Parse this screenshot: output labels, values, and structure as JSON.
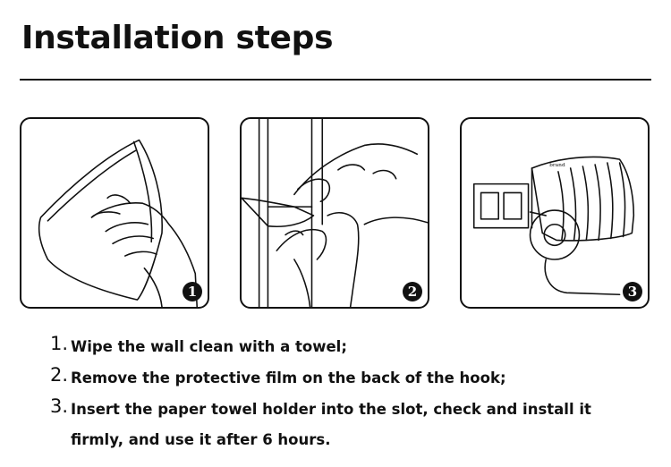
{
  "title": "Installation steps",
  "panels": [
    {
      "badge": "1",
      "illustration": "wipe-wall-with-towel"
    },
    {
      "badge": "2",
      "illustration": "peel-protective-film"
    },
    {
      "badge": "3",
      "illustration": "installed-paper-towel-holder"
    }
  ],
  "steps": [
    {
      "num": "1.",
      "lines": [
        "Wipe the wall clean with a towel;"
      ]
    },
    {
      "num": "2.",
      "lines": [
        "Remove the protective film on the back of the hook;"
      ]
    },
    {
      "num": "3.",
      "lines": [
        "Insert the paper towel holder into the slot, check and install it",
        "firmly, and use it after 6 hours."
      ]
    }
  ]
}
